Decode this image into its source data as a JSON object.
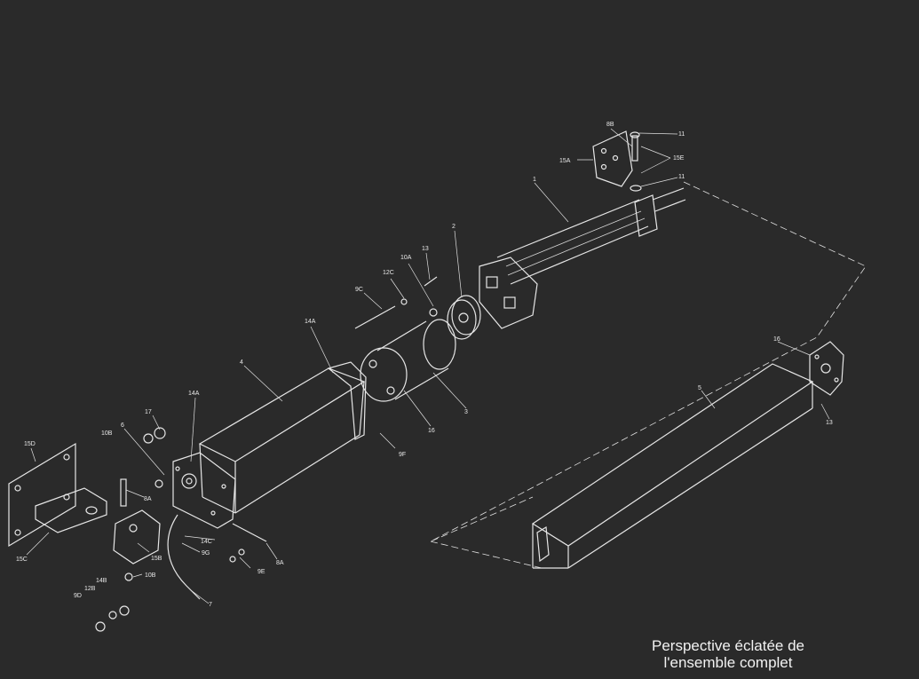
{
  "caption": {
    "line1": "Perspective éclatée de",
    "line2": "l'ensemble complet"
  },
  "labels": {
    "p1": "1",
    "p2": "2",
    "p3": "3",
    "p4": "4",
    "p5": "5",
    "p6": "6",
    "p7": "7",
    "p8A_a": "8A",
    "p8A_b": "8A",
    "p8B": "8B",
    "p9C": "9C",
    "p9D": "9D",
    "p9E": "9E",
    "p9F": "9F",
    "p9G": "9G",
    "p10A": "10A",
    "p10B_a": "10B",
    "p10B_b": "10B",
    "p11_a": "11",
    "p11_b": "11",
    "p12B": "12B",
    "p12C": "12C",
    "p13_a": "13",
    "p13_b": "13",
    "p14A_a": "14A",
    "p14A_b": "14A",
    "p14B": "14B",
    "p14C": "14C",
    "p15A": "15A",
    "p15B": "15B",
    "p15C": "15C",
    "p15D": "15D",
    "p15E": "15E",
    "p16_a": "16",
    "p16_b": "16",
    "p17": "17"
  }
}
